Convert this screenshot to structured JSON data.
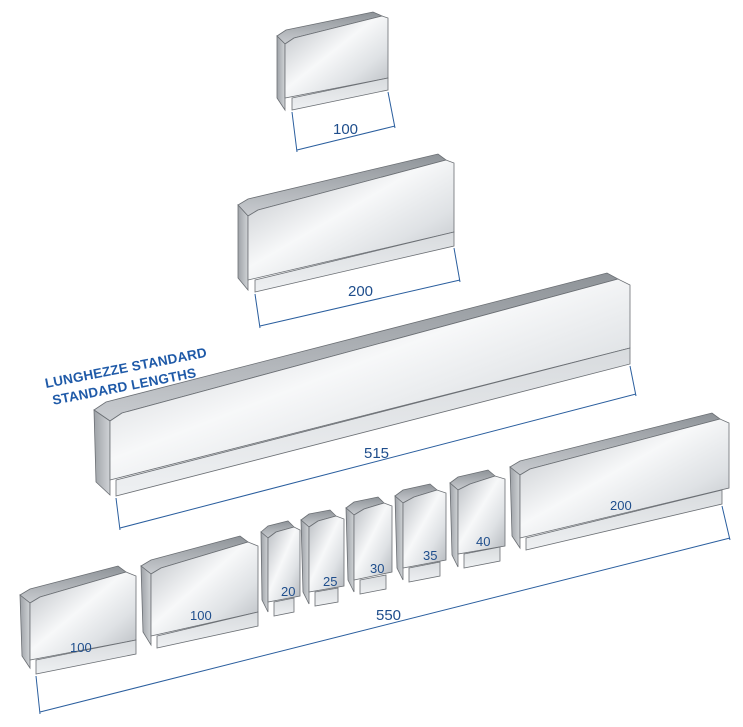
{
  "heading": {
    "line1": "LUNGHEZZE STANDARD",
    "line2": "STANDARD LENGTHS"
  },
  "tools": [
    {
      "label": "100"
    },
    {
      "label": "200"
    },
    {
      "label": "515"
    }
  ],
  "sectioned_set": {
    "total_label": "550",
    "segments": [
      {
        "label": "100"
      },
      {
        "label": "100"
      },
      {
        "label": "20"
      },
      {
        "label": "25"
      },
      {
        "label": "30"
      },
      {
        "label": "35"
      },
      {
        "label": "40"
      },
      {
        "label": "200"
      }
    ]
  },
  "colors": {
    "dimension": "#2a5e9e",
    "text": "#1f4e8c",
    "metal_light": "#f4f5f6",
    "metal_dark": "#a9adb2"
  }
}
